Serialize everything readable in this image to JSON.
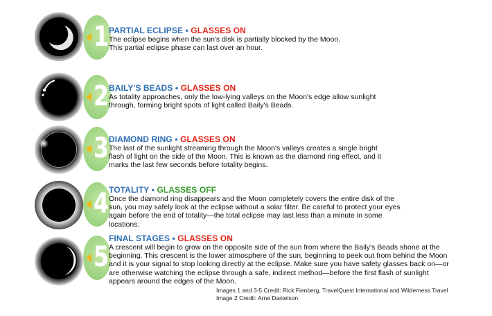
{
  "phases": [
    {
      "number": "1",
      "phase_label": "PARTIAL ECLIPSE",
      "separator": "•",
      "glasses": "GLASSES ON",
      "glasses_state": "on",
      "description": "The eclipse begins when the sun's disk is partially blocked by the Moon. This partial eclipse phase can last over an hour."
    },
    {
      "number": "2",
      "phase_label": "BAILY'S BEADS",
      "separator": "•",
      "glasses": "GLASSES ON",
      "glasses_state": "on",
      "description": "As totality approaches, only the low-lying valleys on the Moon's edge allow sunlight through, forming bright spots of light called Baily's Beads."
    },
    {
      "number": "3",
      "phase_label": "DIAMOND RING",
      "separator": "•",
      "glasses": "GLASSES ON",
      "glasses_state": "on",
      "description": "The last of the sunlight streaming through the Moon's valleys creates a single bright flash of light on the side of the Moon. This is known as the diamond ring effect, and it marks the last few seconds before totality begins."
    },
    {
      "number": "4",
      "phase_label": "TOTALITY",
      "separator": "•",
      "glasses": "GLASSES OFF",
      "glasses_state": "off",
      "description": "Once the diamond ring disappears and the Moon completely covers the entire disk of the sun, you may safely look at the eclipse without a solar filter. Be careful to protect your eyes again before the end of totality—the total eclipse may last less than a minute in some locations."
    },
    {
      "number": "5",
      "phase_label": "FINAL STAGES",
      "separator": "•",
      "glasses": "GLASSES ON",
      "glasses_state": "on",
      "description": "A crescent will begin to grow on the opposite side of the sun from where the Baily's Beads shone at the beginning. This crescent is the lower atmosphere of the sun, beginning to peek out from behind the Moon and it is your signal to stop looking directly at the eclipse. Make sure you have safety glasses back on—or are otherwise watching the eclipse through a safe, indirect method—before the first flash of sunlight appears around the edges of the Moon."
    }
  ],
  "credits": {
    "line1": "Images 1 and 3-5 Credit: Rick Fienberg, TravelQuest International and Wilderness Travel",
    "line2": "Image 2 Credit: Arne Danielson"
  },
  "colors": {
    "phase_label": "#2f6fb4",
    "glasses_on": "#e2231a",
    "glasses_off": "#3a9a2e",
    "number_badge": "#a6d88a",
    "arrow": "#f0b816"
  }
}
